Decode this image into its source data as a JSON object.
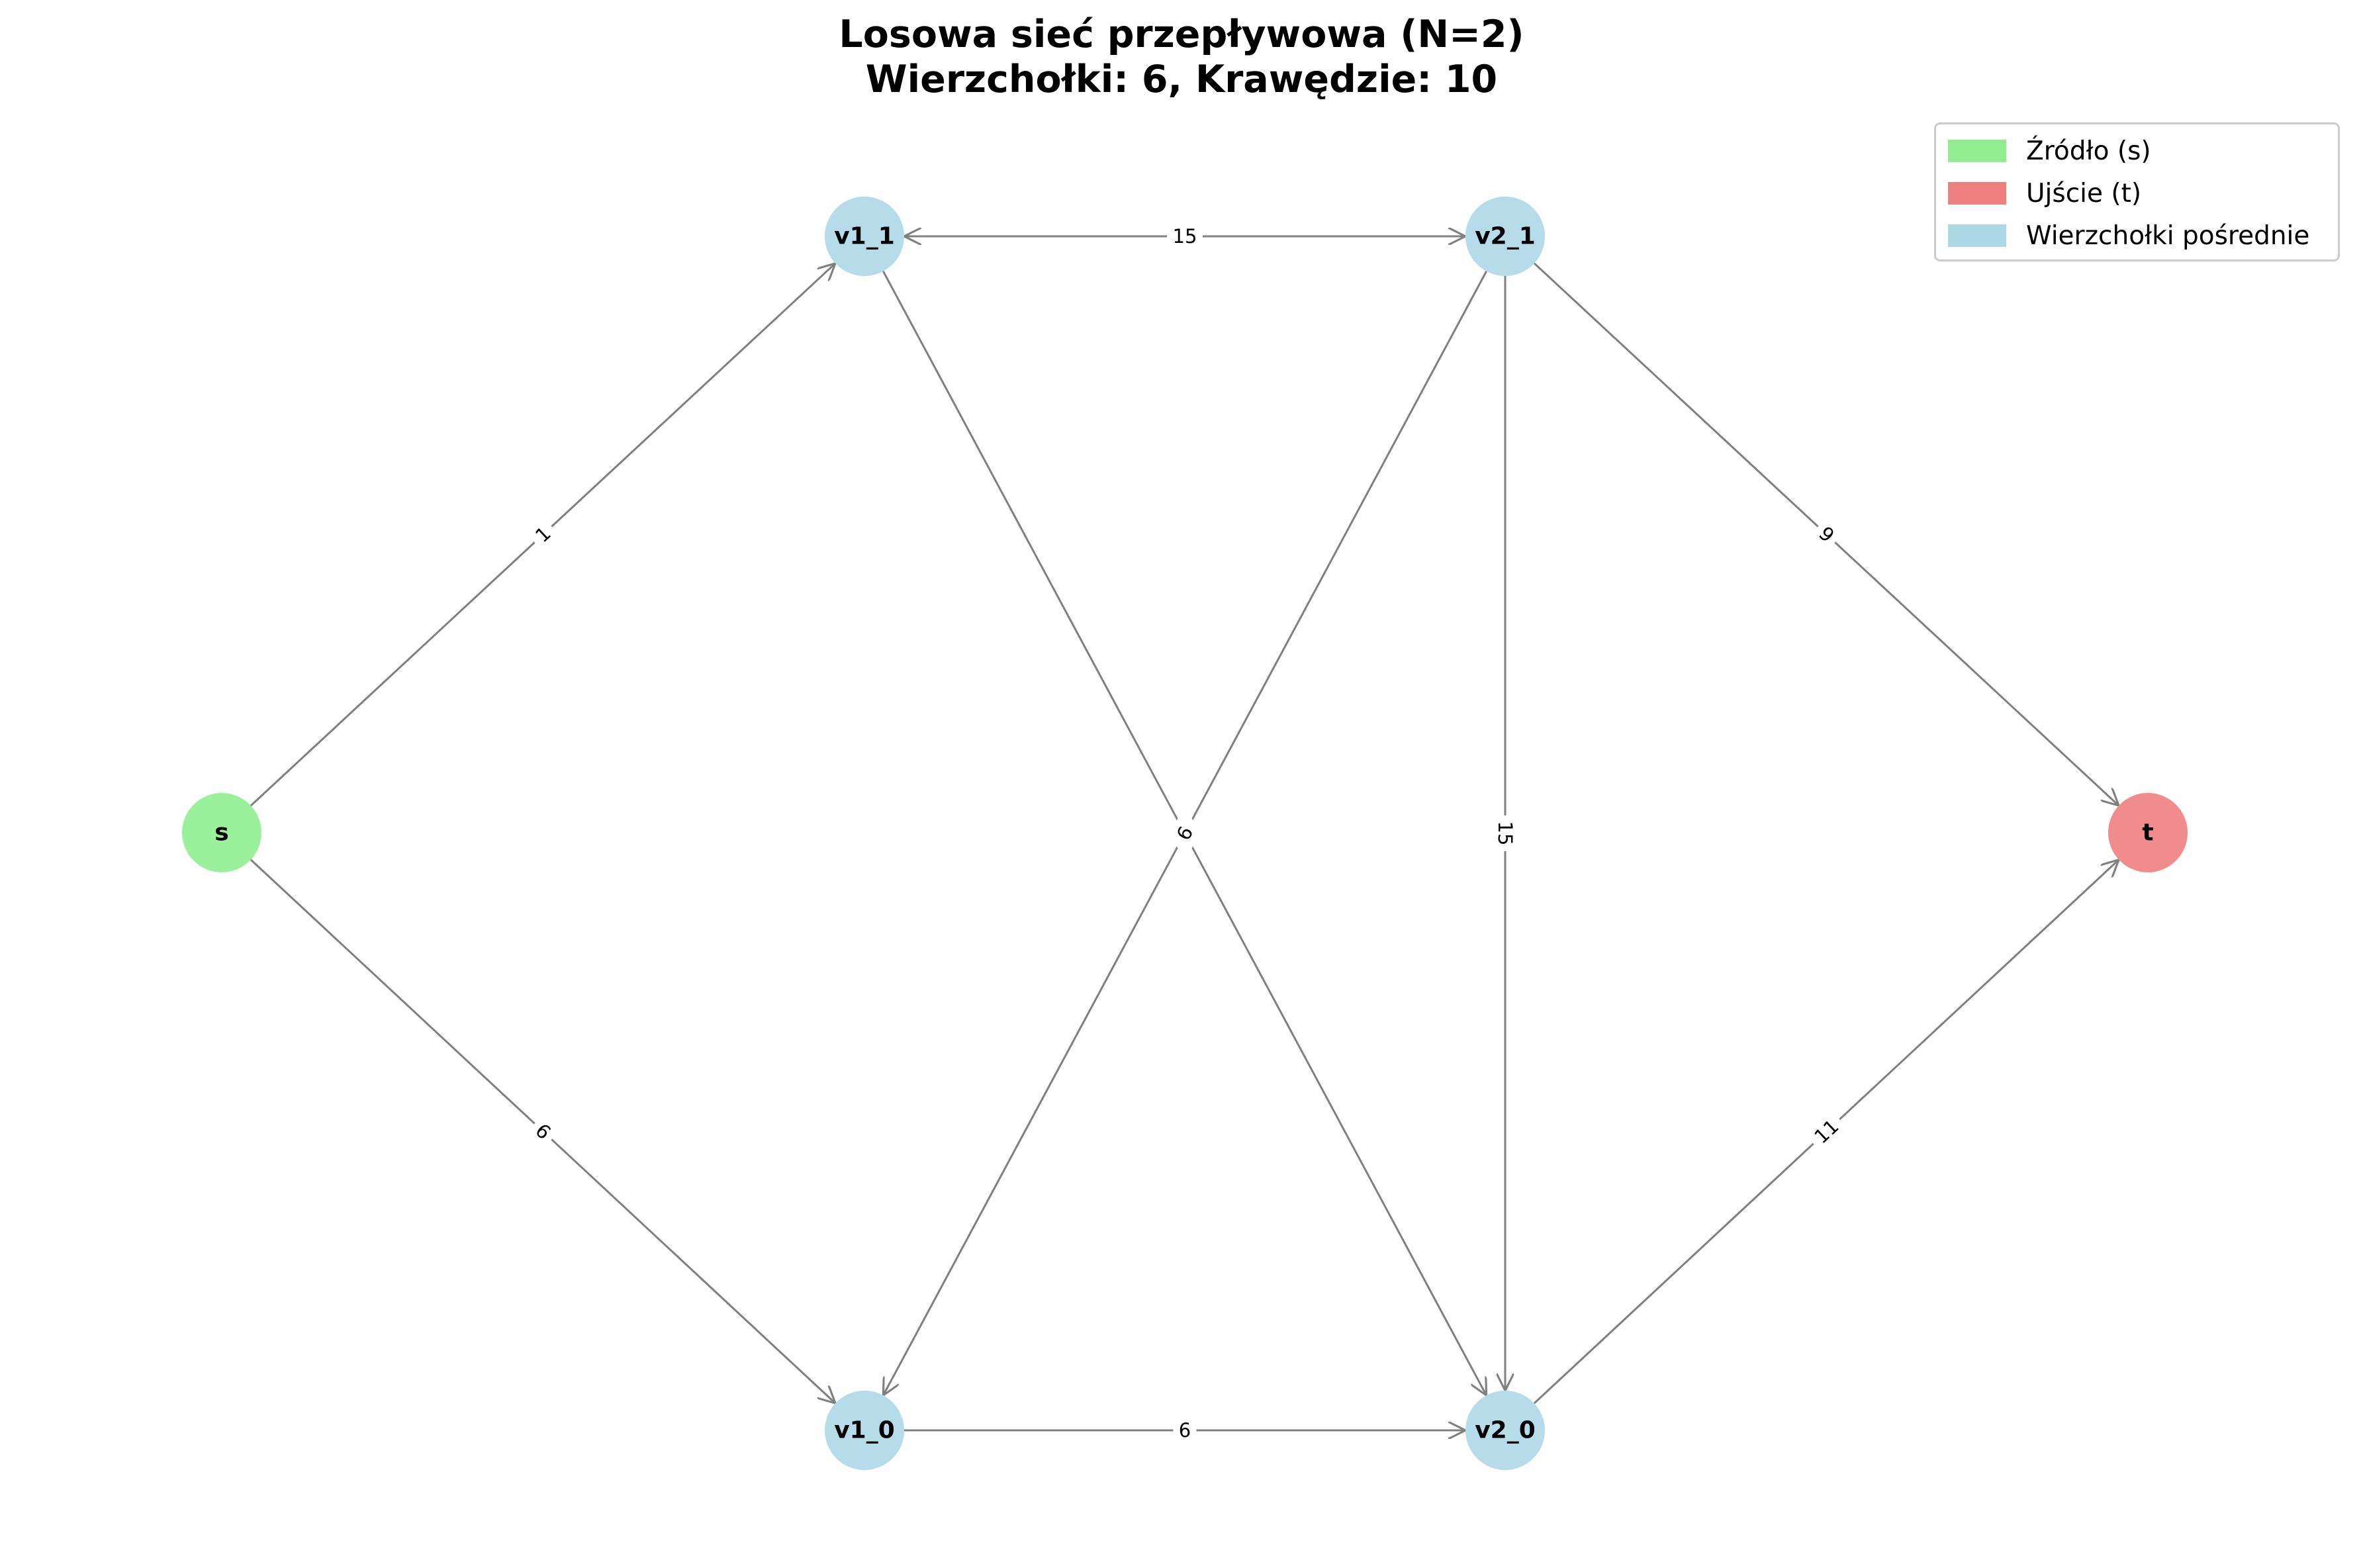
{
  "title": {
    "line1": "Losowa sieć przepływowa (N=2)",
    "line2": "Wierzchołki: 6, Krawędzie: 10"
  },
  "colors": {
    "source": "#90ee90",
    "sink": "#f08080",
    "intermediate": "#add8e6",
    "edge": "#808080"
  },
  "nodes": [
    {
      "id": "s",
      "label": "s",
      "kind": "source"
    },
    {
      "id": "v1_1",
      "label": "v1_1",
      "kind": "intermediate"
    },
    {
      "id": "v1_0",
      "label": "v1_0",
      "kind": "intermediate"
    },
    {
      "id": "v2_1",
      "label": "v2_1",
      "kind": "intermediate"
    },
    {
      "id": "v2_0",
      "label": "v2_0",
      "kind": "intermediate"
    },
    {
      "id": "t",
      "label": "t",
      "kind": "sink"
    }
  ],
  "edges": [
    {
      "from": "s",
      "to": "v1_1",
      "capacity": "1"
    },
    {
      "from": "s",
      "to": "v1_0",
      "capacity": "6"
    },
    {
      "from": "v1_1",
      "to": "v2_1",
      "capacity": "15"
    },
    {
      "from": "v1_0",
      "to": "v2_0",
      "capacity": "6"
    },
    {
      "from": "v2_1",
      "to": "v1_1",
      "capacity": ""
    },
    {
      "from": "v1_1",
      "to": "v2_0",
      "capacity": "9"
    },
    {
      "from": "v2_1",
      "to": "v1_0",
      "capacity": "6"
    },
    {
      "from": "v2_1",
      "to": "v2_0",
      "capacity": "15"
    },
    {
      "from": "v2_1",
      "to": "t",
      "capacity": "9"
    },
    {
      "from": "v2_0",
      "to": "t",
      "capacity": "11"
    }
  ],
  "legend": {
    "items": [
      {
        "label": "Źródło (s)",
        "kind": "source"
      },
      {
        "label": "Ujście (t)",
        "kind": "sink"
      },
      {
        "label": "Wierzchołki pośrednie",
        "kind": "intermediate"
      }
    ]
  }
}
